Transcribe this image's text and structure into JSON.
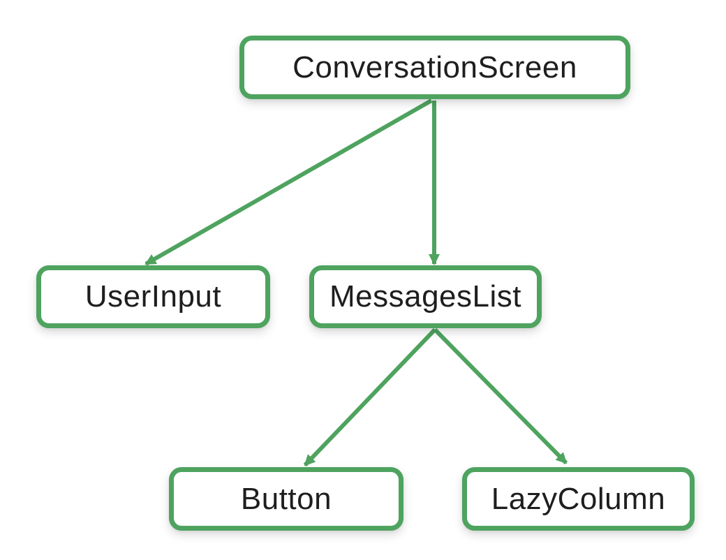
{
  "diagram": {
    "kind": "component-tree",
    "accent_color": "#4EA35F",
    "text_color": "#1E1E1E",
    "background_color": "#FFFFFF",
    "nodes": [
      {
        "id": "conversation-screen",
        "label": "ConversationScreen"
      },
      {
        "id": "user-input",
        "label": "UserInput"
      },
      {
        "id": "messages-list",
        "label": "MessagesList"
      },
      {
        "id": "button",
        "label": "Button"
      },
      {
        "id": "lazy-column",
        "label": "LazyColumn"
      }
    ],
    "edges": [
      {
        "from": "conversation-screen",
        "to": "user-input"
      },
      {
        "from": "conversation-screen",
        "to": "messages-list"
      },
      {
        "from": "messages-list",
        "to": "button"
      },
      {
        "from": "messages-list",
        "to": "lazy-column"
      }
    ]
  }
}
